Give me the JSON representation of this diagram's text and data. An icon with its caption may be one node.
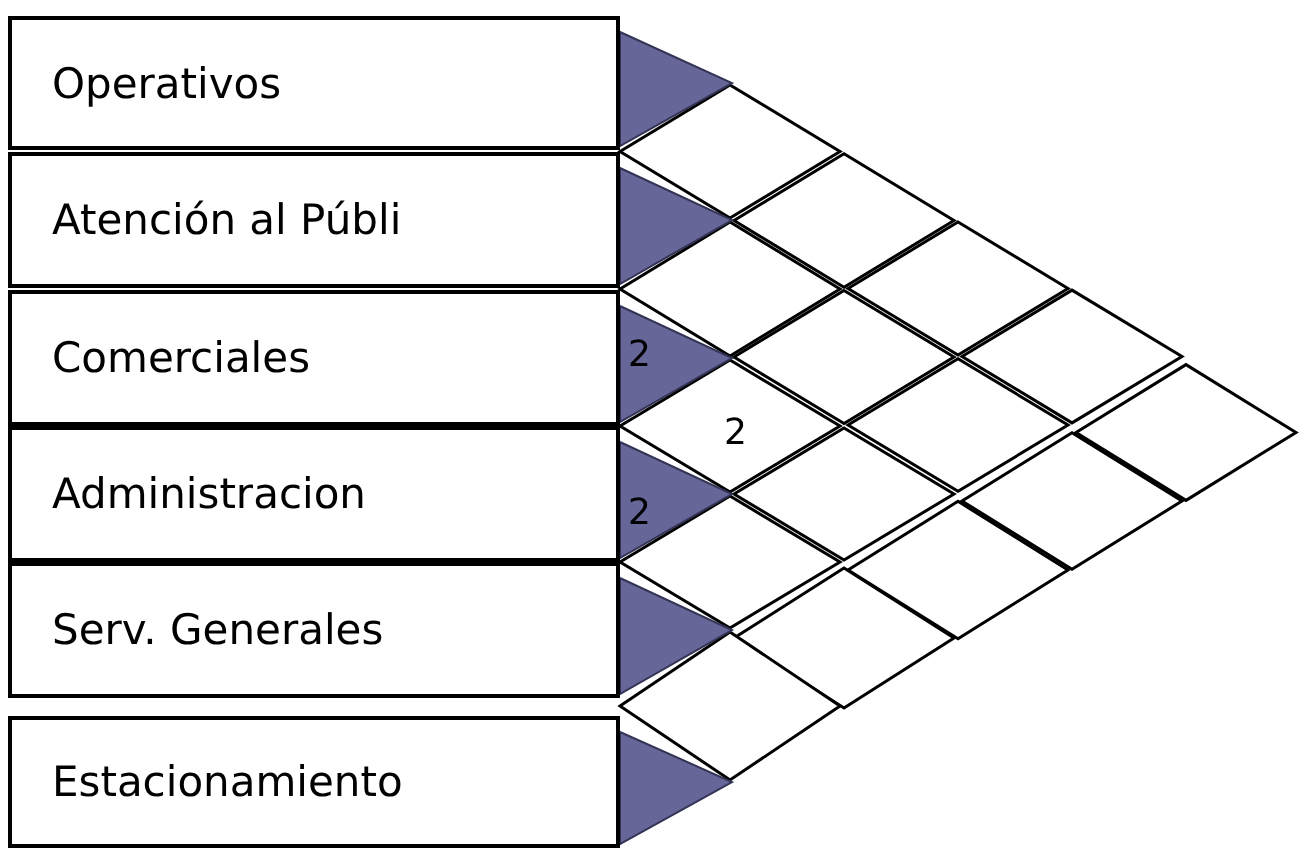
{
  "diagram": {
    "nodes": [
      {
        "text": [
          "Operativos"
        ]
      },
      {
        "text": [
          "Atención al Públi"
        ]
      },
      {
        "text": [
          "Comerciales"
        ]
      },
      {
        "text": [
          "Administracion"
        ]
      },
      {
        "text": [
          "Serv. Generales"
        ]
      },
      {
        "text": [
          "Estacionamiento"
        ]
      }
    ],
    "edges": [],
    "labels": [
      "2",
      "2",
      "2"
    ]
  }
}
